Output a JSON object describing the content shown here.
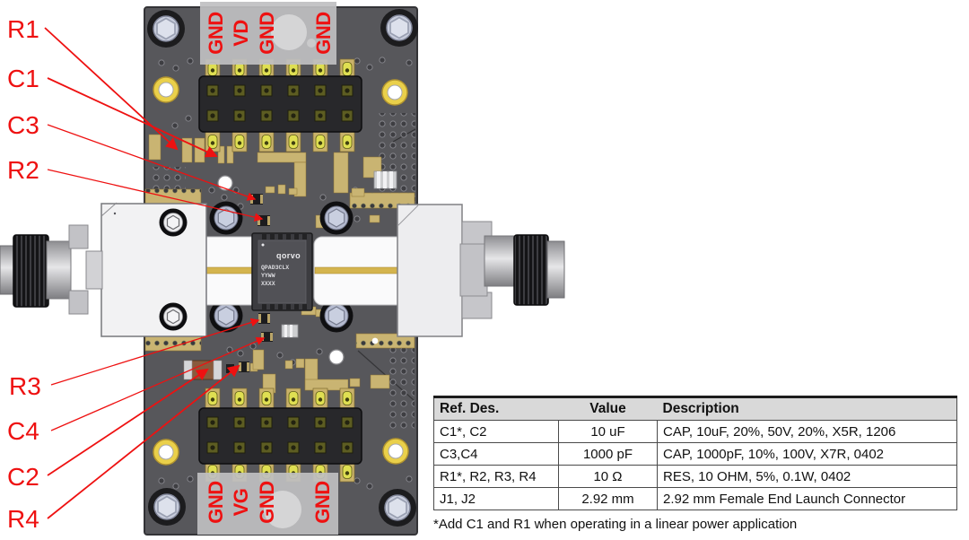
{
  "figure": {
    "callouts": {
      "r1": "R1",
      "c1": "C1",
      "c3": "C3",
      "r2": "R2",
      "r3": "R3",
      "c4": "C4",
      "c2": "C2",
      "r4": "R4"
    },
    "pin_labels_top": [
      "GND",
      "VD",
      "GND",
      "GND"
    ],
    "pin_labels_bottom": [
      "GND",
      "VG",
      "GND",
      "GND"
    ],
    "chip": {
      "logo": "qorvo",
      "line1": "QPAD3CLX",
      "line2": "YYWW",
      "line3": "XXXX"
    }
  },
  "bom": {
    "headers": [
      "Ref. Des.",
      "Value",
      "Description"
    ],
    "rows": [
      {
        "ref": "C1*, C2",
        "value": "10 uF",
        "description": "CAP, 10uF, 20%, 50V, 20%, X5R, 1206"
      },
      {
        "ref": "C3,C4",
        "value": "1000 pF",
        "description": "CAP, 1000pF, 10%, 100V, X7R, 0402"
      },
      {
        "ref": "R1*, R2, R3, R4",
        "value": "10 Ω",
        "description": "RES, 10 OHM, 5%, 0.1W, 0402"
      },
      {
        "ref": "J1, J2",
        "value": "2.92 mm",
        "description": "2.92 mm Female End Launch Connector"
      }
    ],
    "footnote": "*Add C1 and R1 when operating in a linear power application"
  },
  "colors": {
    "annotation_red": "#ee1111",
    "pcb_body": "#57575b",
    "pad_gold": "#c9b472",
    "table_header_bg": "#d9d9d9"
  }
}
